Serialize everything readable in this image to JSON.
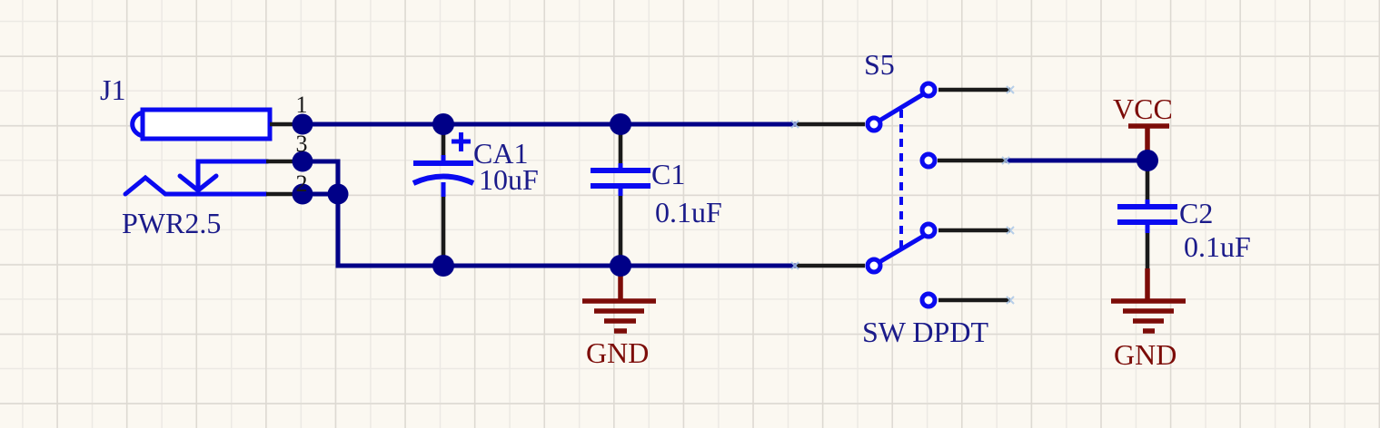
{
  "colors": {
    "wire": "#000087",
    "symbol_blue": "#0a0af0",
    "pin_black": "#1a1a1a",
    "power_maroon": "#7c0c08",
    "text_navy": "#1b1b8a",
    "background": "#fbf8f1",
    "grid_minor": "#ece9e4",
    "grid_major": "#ddd9d2"
  },
  "components": {
    "j1": {
      "designator": "J1",
      "type": "PWR2.5",
      "pins": {
        "p1": "1",
        "p2": "2",
        "p3": "3"
      }
    },
    "ca1": {
      "designator": "CA1",
      "value": "10uF"
    },
    "c1": {
      "designator": "C1",
      "value": "0.1uF"
    },
    "s5": {
      "designator": "S5",
      "type": "SW DPDT"
    },
    "c2": {
      "designator": "C2",
      "value": "0.1uF"
    },
    "vcc": {
      "label": "VCC"
    },
    "gnd_left": {
      "label": "GND"
    },
    "gnd_right": {
      "label": "GND"
    }
  }
}
